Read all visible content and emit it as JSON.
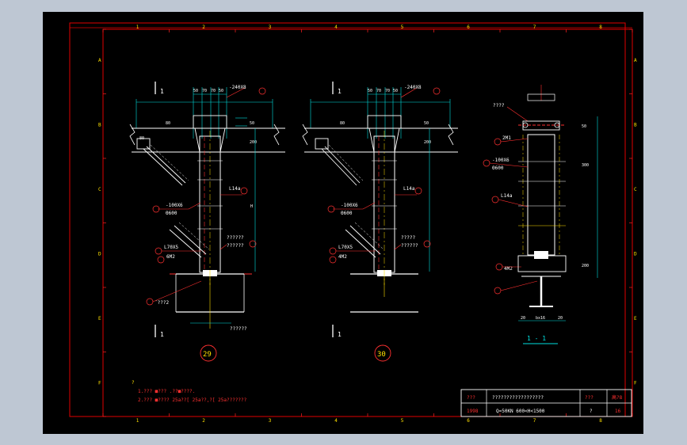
{
  "sheet": {
    "grid_cols": [
      "1",
      "2",
      "3",
      "4",
      "5",
      "6",
      "7",
      "8"
    ],
    "grid_rows": [
      "A",
      "B",
      "C",
      "D",
      "E",
      "F"
    ]
  },
  "detail_29": {
    "section": "1",
    "number": "29",
    "dims_top": [
      "50",
      "70",
      "70",
      "50"
    ],
    "plate": "-240X8",
    "callouts": [
      "-100X6",
      "Θ600",
      "L70X5",
      "6M2",
      "??????",
      "??????",
      "¨???2"
    ],
    "member": "L14a",
    "bolt": "6M2",
    "bottom_label": "??????",
    "left_dims": [
      "80",
      "50",
      "200"
    ]
  },
  "detail_30": {
    "section": "1",
    "number": "30",
    "dims_top": [
      "50",
      "70",
      "70",
      "50"
    ],
    "plate": "-240X8",
    "callouts": [
      "-100X6",
      "Θ600",
      "L70X5",
      "4M2",
      "?????",
      "??????"
    ],
    "member": "L14a",
    "bolt": "4M2",
    "left_dims": [
      "80",
      "50",
      "200"
    ]
  },
  "section_1_1": {
    "title": "1 - 1",
    "label_top": "????",
    "callouts": [
      "2M1",
      "-100X6",
      "Θ600",
      "L14a",
      "4M2"
    ],
    "dims_right": [
      "50",
      "300",
      "200"
    ],
    "dims_bottom": [
      "20",
      "bx16",
      "20"
    ]
  },
  "notes": {
    "marker": "?",
    "line1": "1.???  ■???  .??■????.",
    "line2": "2.???  ■???? 25a??[ 25a??,?[ 25a???????"
  },
  "title_block": {
    "name": "??????????????????",
    "spec": "Q=50KN     600<H<1500",
    "year": "1998",
    "label_a": "???",
    "label_b": "???",
    "sheet_code": "高?8",
    "sheet_index": "?",
    "sheet_no": "16",
    "left_label": "???"
  }
}
